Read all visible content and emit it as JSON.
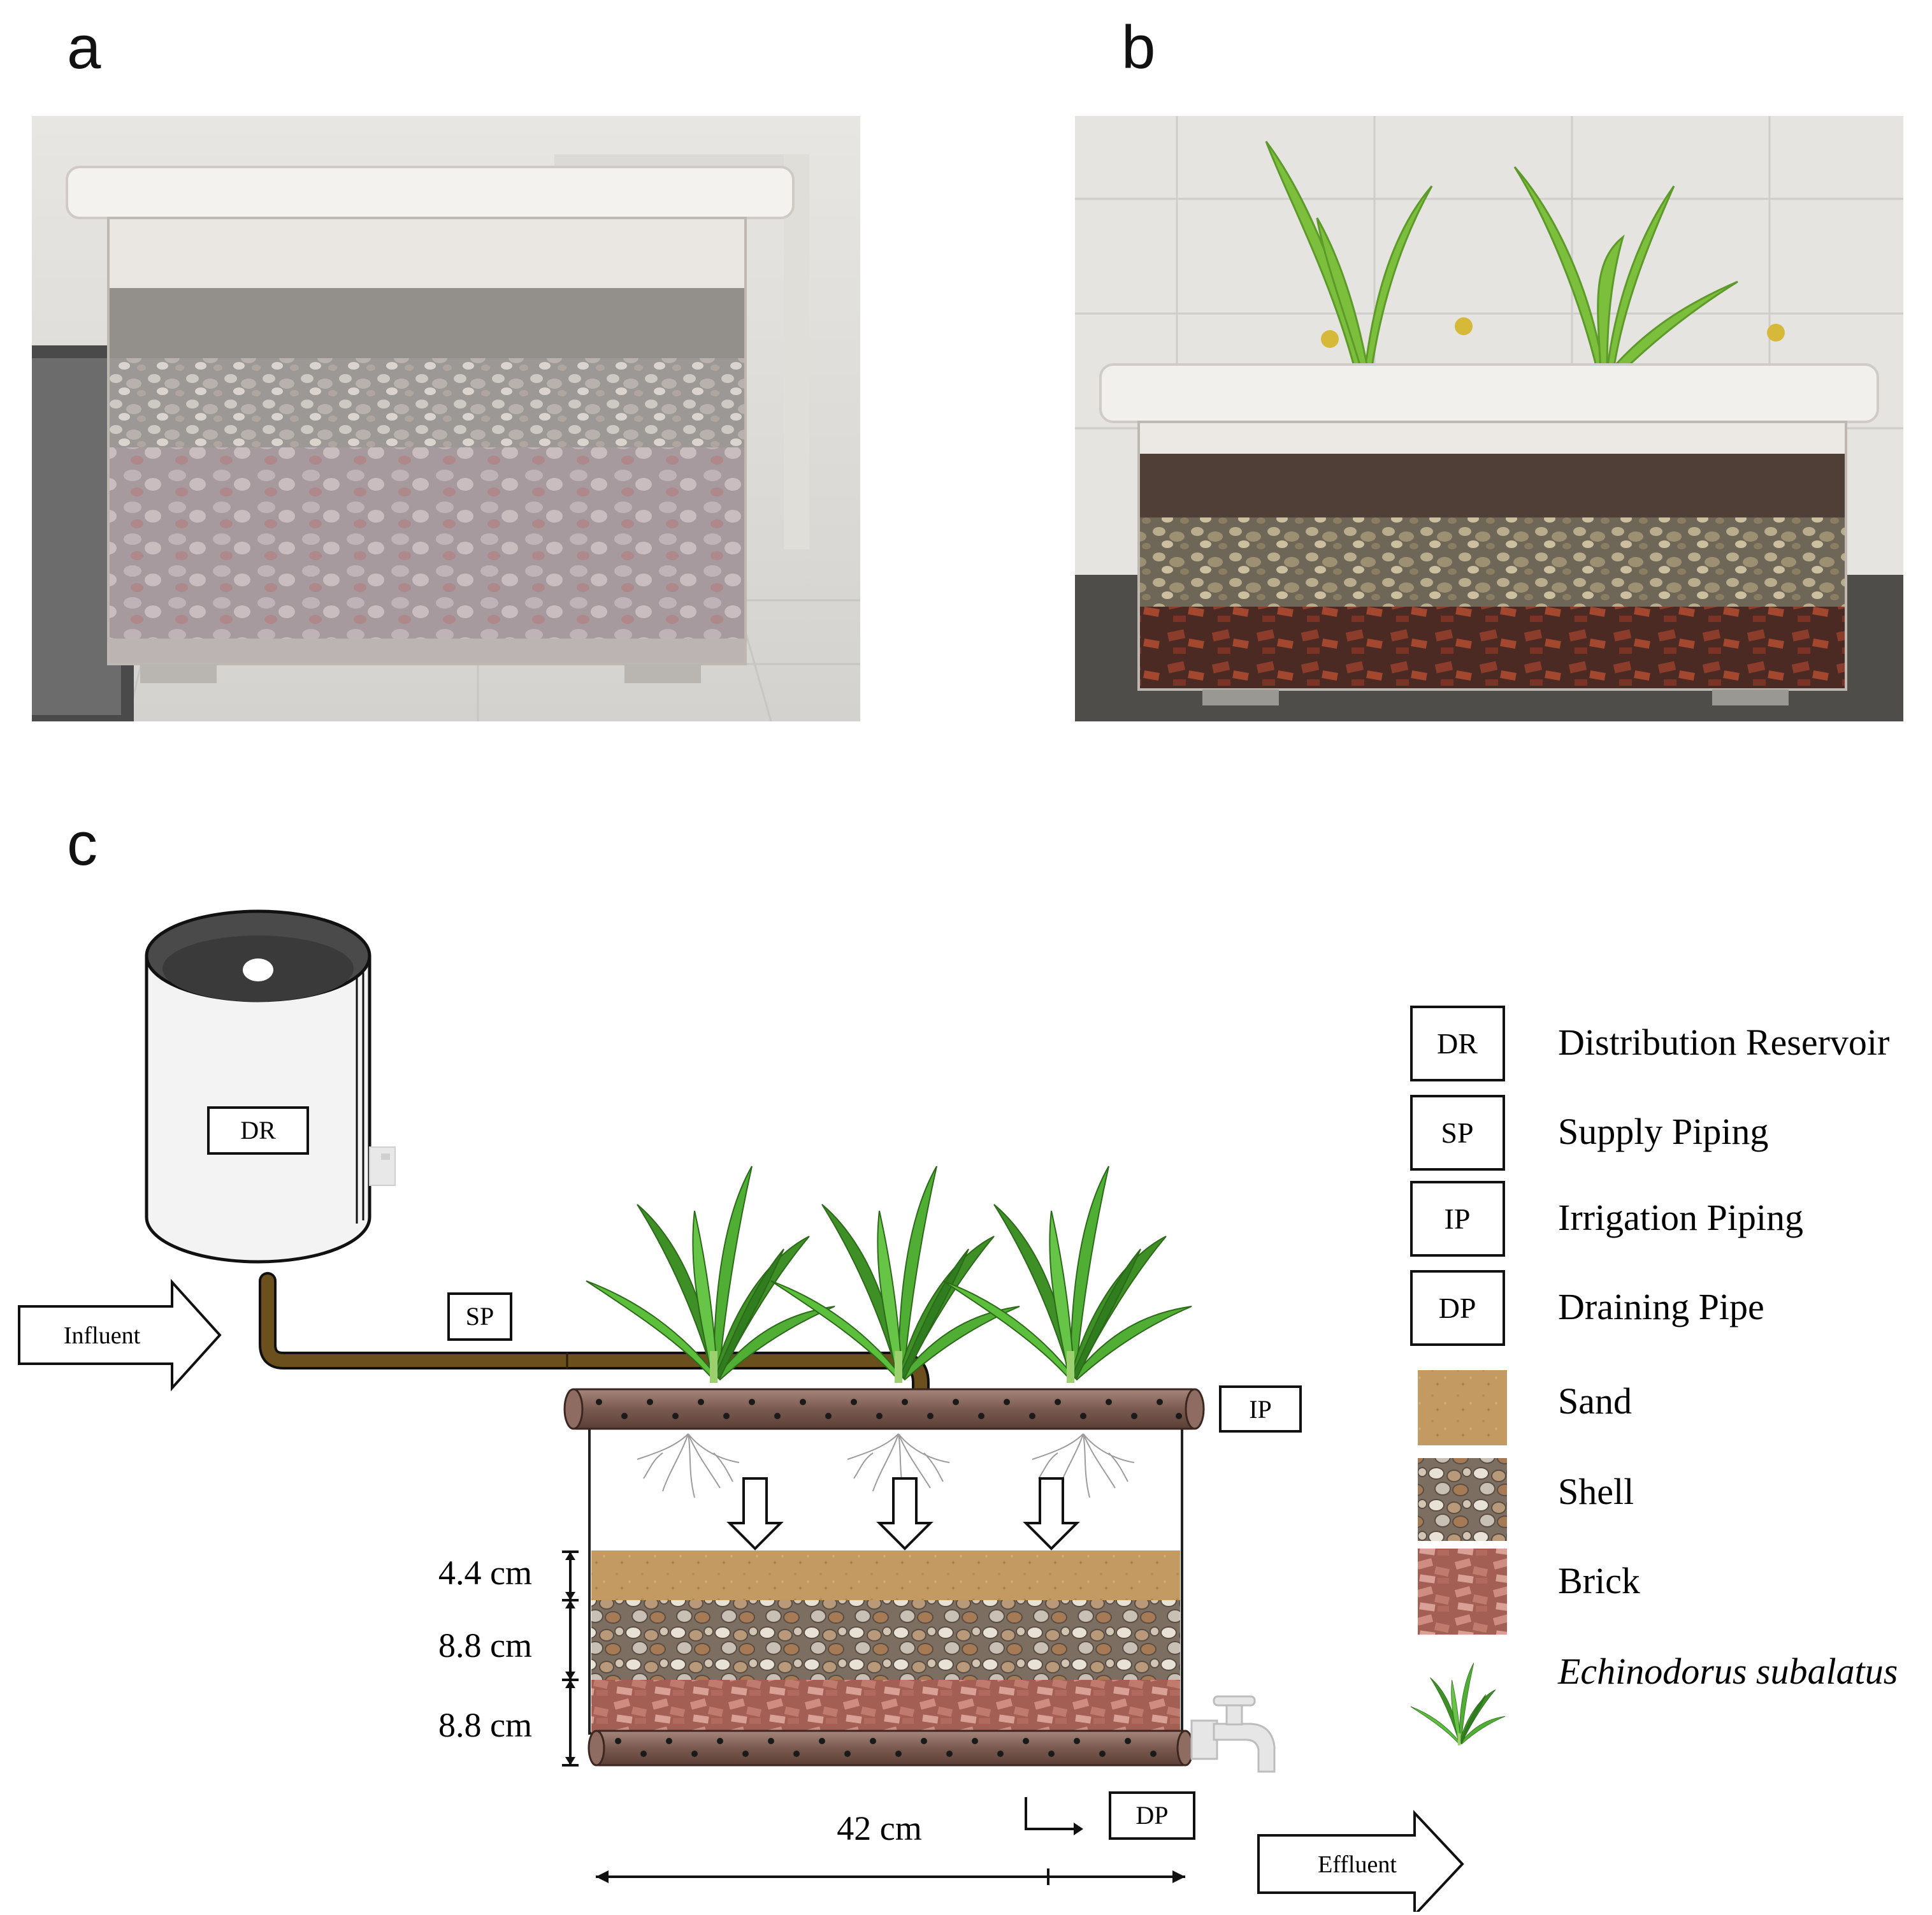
{
  "panels": {
    "a": "a",
    "b": "b",
    "c": "c"
  },
  "diagram": {
    "labels": {
      "dr": "DR",
      "sp": "SP",
      "ip": "IP",
      "dp": "DP",
      "influent": "Influent",
      "effluent": "Effluent"
    },
    "dimensions": {
      "sand_height": "4.4 cm",
      "shell_height": "8.8 cm",
      "brick_height": "8.8 cm",
      "width": "42 cm"
    }
  },
  "legend": [
    {
      "code": "DR",
      "label": "Distribution Reservoir"
    },
    {
      "code": "SP",
      "label": "Supply Piping"
    },
    {
      "code": "IP",
      "label": "Irrigation Piping"
    },
    {
      "code": "DP",
      "label": "Draining Pipe"
    },
    {
      "swatch": "sand",
      "label": "Sand"
    },
    {
      "swatch": "shell",
      "label": "Shell"
    },
    {
      "swatch": "brick",
      "label": "Brick"
    },
    {
      "swatch": "plant",
      "label": "Echinodorus subalatus"
    }
  ],
  "colors": {
    "sand": "#c39a62",
    "shell": "#9b8a78",
    "brick": "#b9786d",
    "pipe": "#7a5c52",
    "supply_pipe": "#6b4f1d",
    "leaf": "#3f9a2a"
  }
}
